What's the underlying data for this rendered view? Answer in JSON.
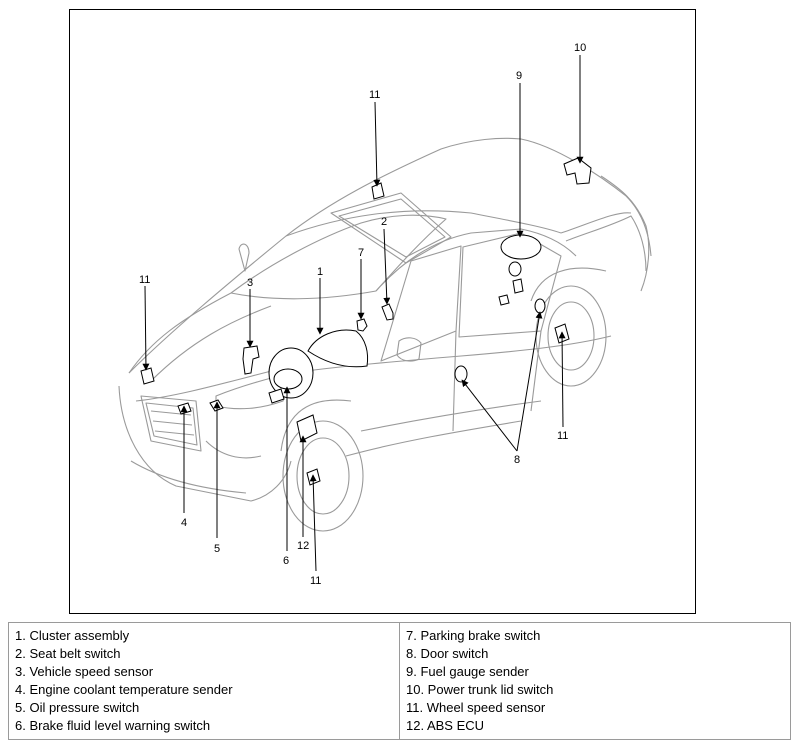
{
  "callouts": [
    {
      "id": "1",
      "label": "1"
    },
    {
      "id": "2",
      "label": "2"
    },
    {
      "id": "3",
      "label": "3"
    },
    {
      "id": "4",
      "label": "4"
    },
    {
      "id": "5",
      "label": "5"
    },
    {
      "id": "6",
      "label": "6"
    },
    {
      "id": "7",
      "label": "7"
    },
    {
      "id": "8",
      "label": "8"
    },
    {
      "id": "9",
      "label": "9"
    },
    {
      "id": "10",
      "label": "10"
    },
    {
      "id": "11a",
      "label": "11"
    },
    {
      "id": "11b",
      "label": "11"
    },
    {
      "id": "11c",
      "label": "11"
    },
    {
      "id": "11d",
      "label": "11"
    },
    {
      "id": "12",
      "label": "12"
    }
  ],
  "legend": {
    "left": [
      "1. Cluster assembly",
      "2. Seat belt switch",
      "3. Vehicle speed sensor",
      "4. Engine coolant temperature sender",
      "5. Oil pressure switch",
      "6. Brake fluid level warning switch"
    ],
    "right": [
      "7. Parking brake switch",
      "8. Door switch",
      "9. Fuel gauge sender",
      "10. Power trunk lid switch",
      "11. Wheel speed sensor",
      "12. ABS ECU"
    ]
  }
}
